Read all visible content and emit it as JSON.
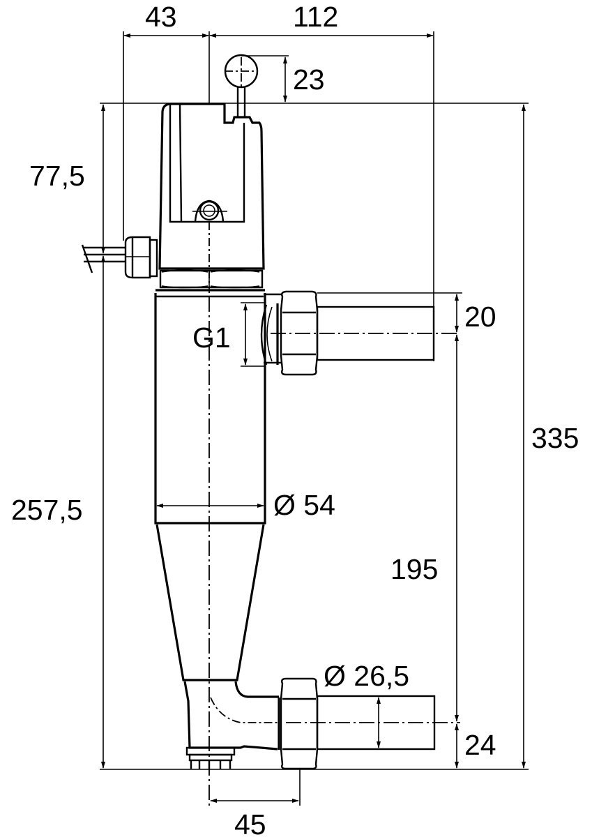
{
  "drawing": {
    "title": "Dimensional drawing — pump/flow unit with connector housing",
    "units": "mm",
    "stroke_color": "#000000",
    "background": "#ffffff"
  },
  "dimensions": {
    "top_left_width": "43",
    "top_right_width": "112",
    "knob_height": "23",
    "cable_height": "77,5",
    "lower_height": "257,5",
    "total_height": "335",
    "upper_port_offset": "20",
    "upper_thread": "G1",
    "body_diameter": "Ø 54",
    "port_span": "195",
    "lower_port_diameter": "Ø 26,5",
    "lower_port_offset": "24",
    "bottom_offset": "45"
  }
}
